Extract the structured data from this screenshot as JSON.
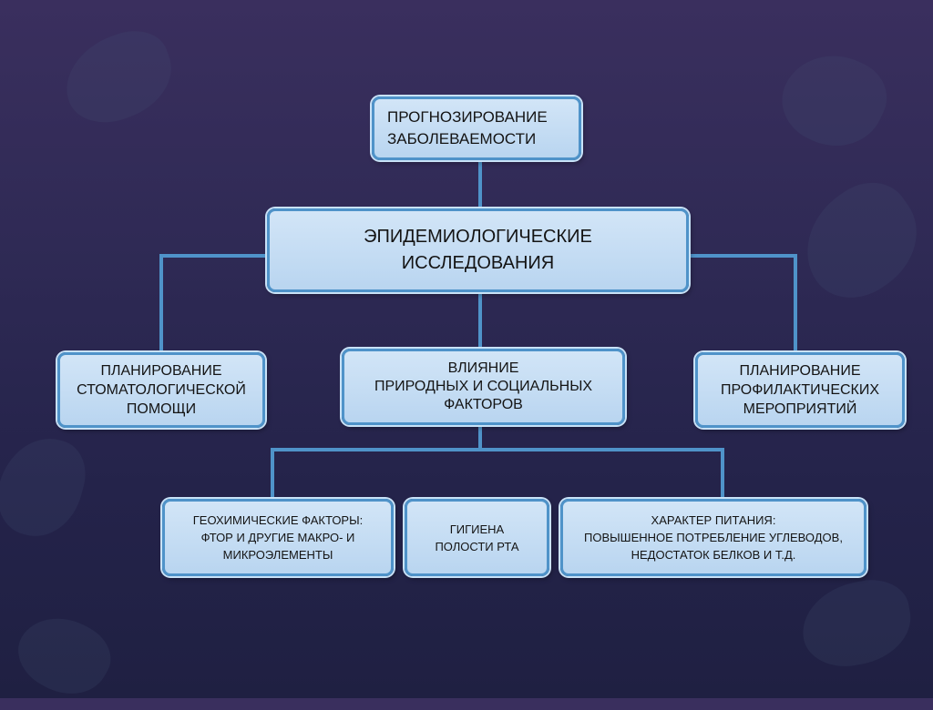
{
  "nodes": {
    "forecasting": "ПРОГНОЗИРОВАНИЕ\nЗАБОЛЕВАЕМОСТИ",
    "epidemiological": "ЭПИДЕМИОЛОГИЧЕСКИЕ\nИССЛЕДОВАНИЯ",
    "dental_planning": "ПЛАНИРОВАНИЕ\nСТОМАТОЛОГИЧЕСКОЙ\nПОМОЩИ",
    "natural_social": "ВЛИЯНИЕ\nПРИРОДНЫХ И СОЦИАЛЬНЫХ\nФАКТОРОВ",
    "prevention_planning": "ПЛАНИРОВАНИЕ\nПРОФИЛАКТИЧЕСКИХ\nМЕРОПРИЯТИЙ",
    "geochemical": "ГЕОХИМИЧЕСКИЕ ФАКТОРЫ:\nФТОР И ДРУГИЕ МАКРО- И\nМИКРОЭЛЕМЕНТЫ",
    "oral_hygiene": "ГИГИЕНА\nПОЛОСТИ РТА",
    "nutrition": "ХАРАКТЕР ПИТАНИЯ:\nПОВЫШЕННОЕ ПОТРЕБЛЕНИЕ УГЛЕВОДОВ,\nНЕДОСТАТОК БЕЛКОВ И Т.Д."
  },
  "colors": {
    "node_fill": "#c5ddf3",
    "node_border": "#4f93c9",
    "connector": "#4f93c9",
    "background_top": "#3a2f5e",
    "background_bottom": "#1f2042"
  }
}
